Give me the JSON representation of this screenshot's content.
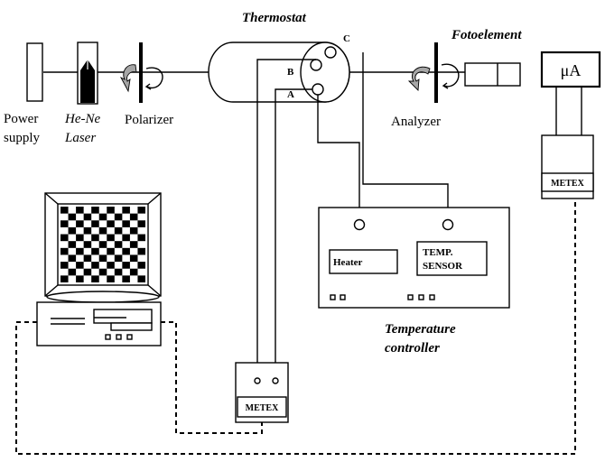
{
  "labels": {
    "thermostat": "Thermostat",
    "fotoelement": "Fotoelement",
    "power_supply_line1": "Power",
    "power_supply_line2": "supply",
    "laser_line1": "He-Ne",
    "laser_line2": "Laser",
    "polarizer": "Polarizer",
    "analyzer": "Analyzer",
    "port_a": "A",
    "port_b": "B",
    "port_c": "C",
    "heater": "Heater",
    "temp_sensor_line1": "TEMP.",
    "temp_sensor_line2": "SENSOR",
    "temp_controller_line1": "Temperature",
    "temp_controller_line2": "controller",
    "microammeter": "μA",
    "metex_top": "METEX",
    "metex_bottom": "METEX"
  }
}
